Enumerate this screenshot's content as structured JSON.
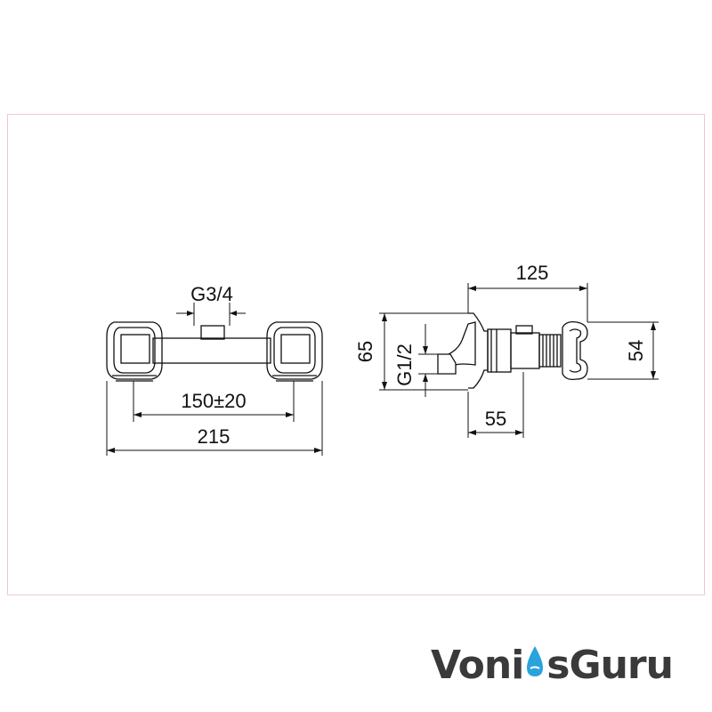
{
  "drawing": {
    "front_view": {
      "inlet_label": "G3/4",
      "center_distance": "150±20",
      "overall_width": "215"
    },
    "side_view": {
      "overall_depth": "125",
      "height_total": "65",
      "outlet_label": "G1/2",
      "offset": "55",
      "handle_height": "54"
    }
  },
  "watermark": {
    "part1": "Voni",
    "part2": "sGuru",
    "logo_icon": "water-drop-icon"
  }
}
